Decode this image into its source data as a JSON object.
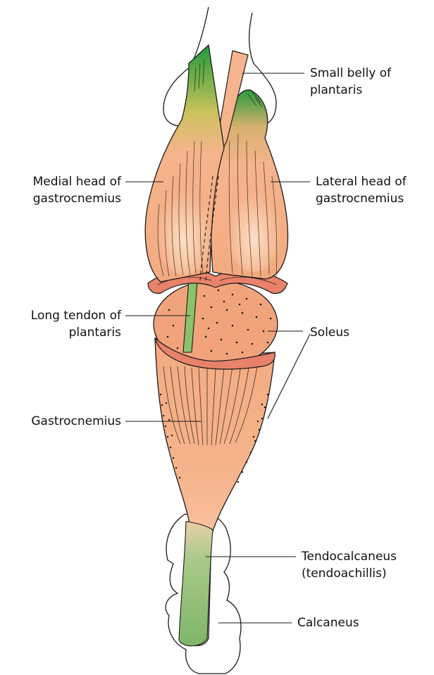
{
  "labels": {
    "small_belly": [
      "Small belly of",
      "plantaris"
    ],
    "medial_head": [
      "Medial head of",
      "gastrocnemius"
    ],
    "lateral_head": [
      "Lateral head of",
      "gastrocnemius"
    ],
    "long_tendon": [
      "Long tendon of",
      "plantaris"
    ],
    "soleus": "Soleus",
    "gastrocnemius": "Gastrocnemius",
    "tendocalcaneus": [
      "Tendocalcaneus",
      "(tendoachillis)"
    ],
    "calcaneus": "Calcaneus"
  },
  "colors": {
    "muscle": "#f6b48c",
    "muscle_light": "#fbd3b4",
    "muscle_cut": "#e8826a",
    "tendon_green": "#8cc26a",
    "head_green": "#2e9e3a",
    "outline": "#1a1a1a"
  }
}
